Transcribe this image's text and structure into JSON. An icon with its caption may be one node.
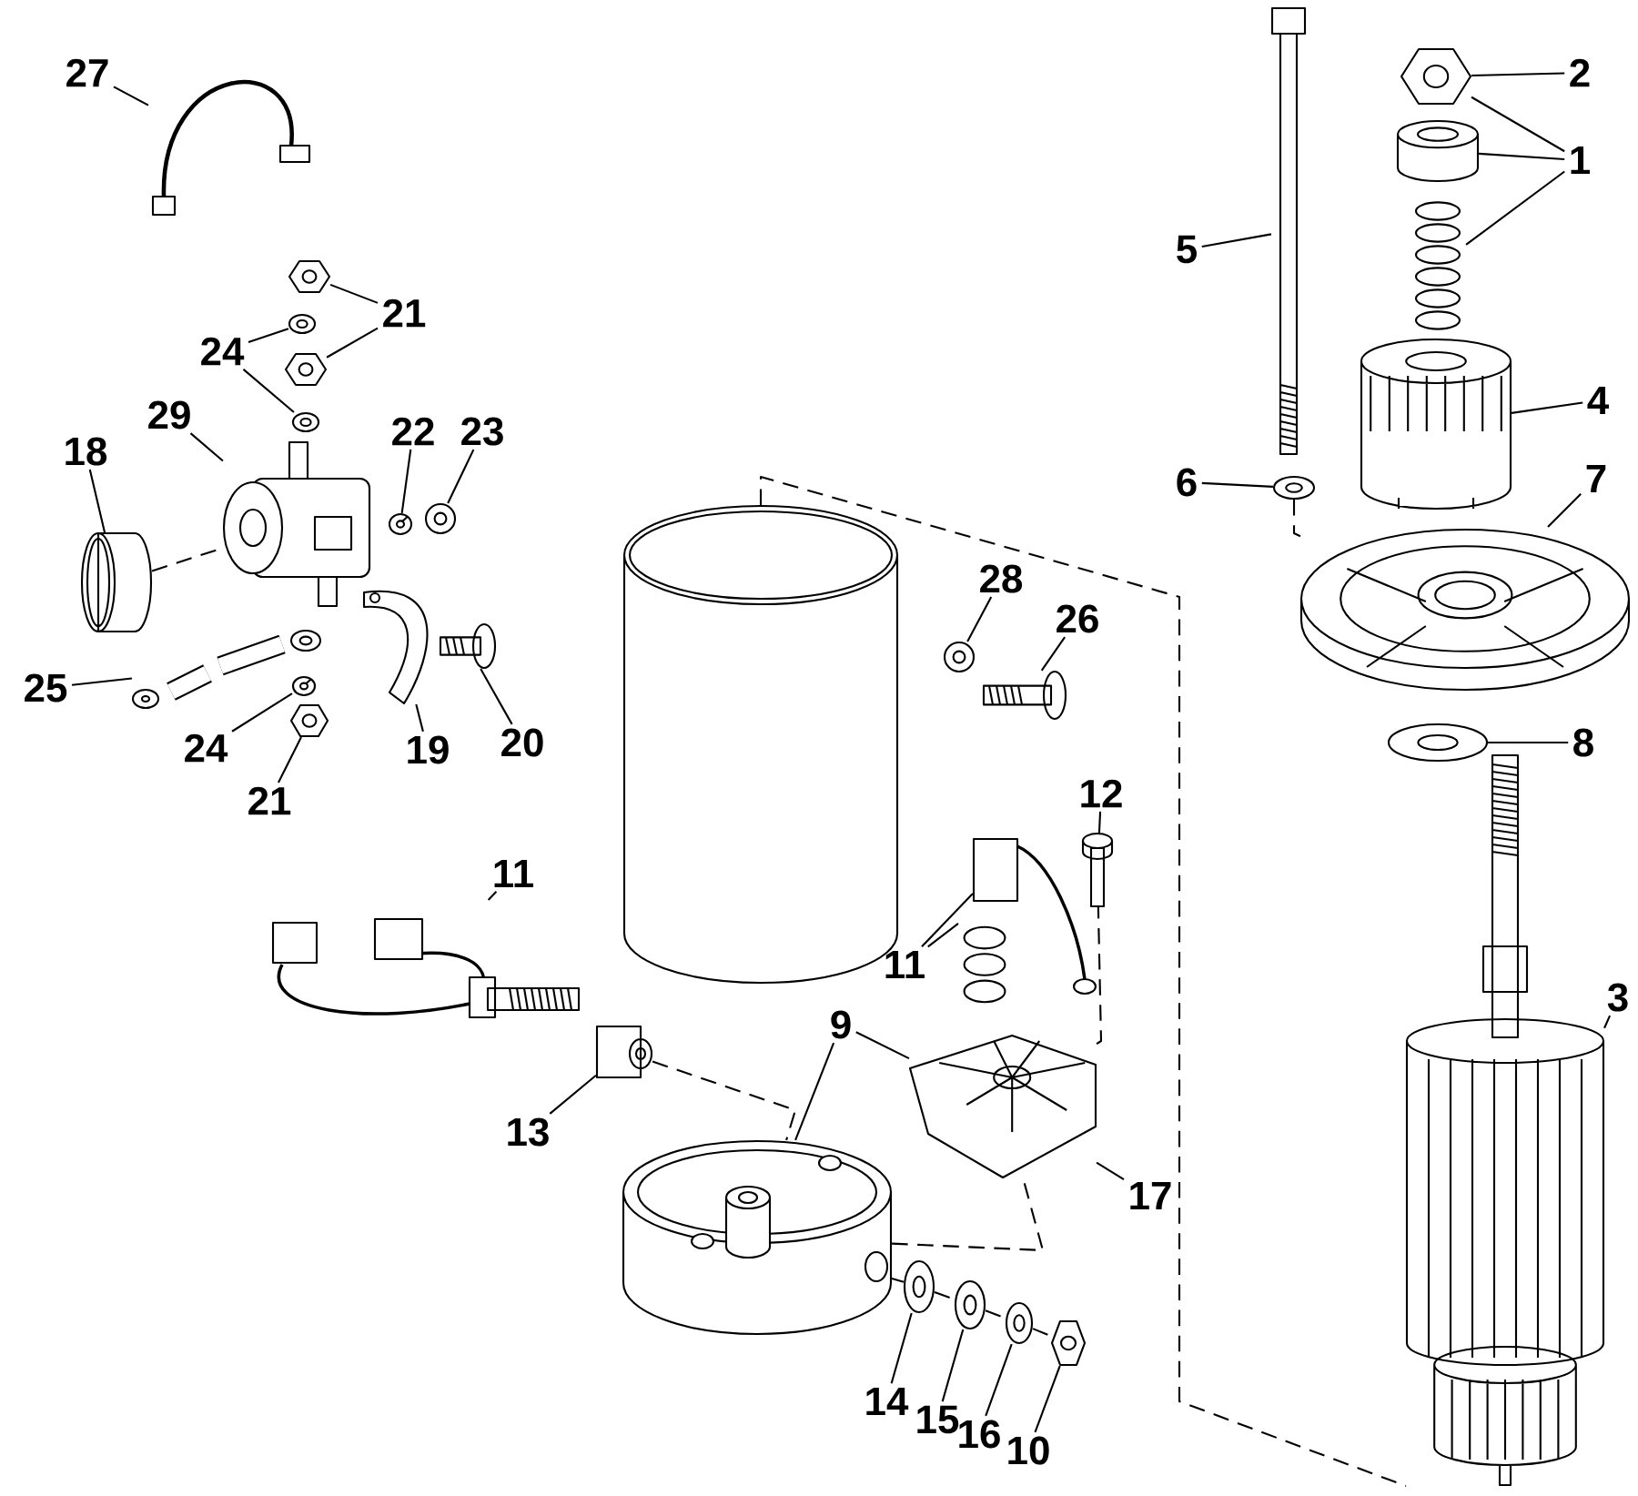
{
  "diagram": {
    "nodes": [
      {
        "text": [
          "27"
        ]
      },
      {
        "text": [],
        "shape": "picture"
      },
      {
        "text": [
          "2"
        ]
      },
      {
        "text": [],
        "shape": "picture"
      },
      {
        "text": [
          "1"
        ]
      },
      {
        "text": [],
        "shape": "picture"
      },
      {
        "text": [],
        "shape": "picture"
      },
      {
        "text": [
          "5"
        ]
      },
      {
        "text": [],
        "shape": "picture"
      },
      {
        "text": [
          "21"
        ]
      },
      {
        "text": [],
        "shape": "picture"
      },
      {
        "text": [
          "24"
        ]
      },
      {
        "text": [],
        "shape": "picture"
      },
      {
        "text": [],
        "shape": "picture"
      },
      {
        "text": [],
        "shape": "picture"
      },
      {
        "text": [
          "4"
        ]
      },
      {
        "text": [],
        "shape": "picture"
      },
      {
        "text": [
          "29"
        ]
      },
      {
        "text": [
          "22"
        ]
      },
      {
        "text": [
          "23"
        ]
      },
      {
        "text": [
          "18"
        ]
      },
      {
        "text": [],
        "shape": "picture"
      },
      {
        "text": [],
        "shape": "picture"
      },
      {
        "text": [],
        "shape": "picture"
      },
      {
        "text": [],
        "shape": "picture"
      },
      {
        "text": [
          "6"
        ]
      },
      {
        "text": [],
        "shape": "picture"
      },
      {
        "text": [
          "7"
        ]
      },
      {
        "text": [],
        "shape": "picture"
      },
      {
        "text": [
          "28"
        ]
      },
      {
        "text": [],
        "shape": "picture"
      },
      {
        "text": [
          "26"
        ]
      },
      {
        "text": [],
        "shape": "picture"
      },
      {
        "text": [
          "25"
        ]
      },
      {
        "text": [],
        "shape": "picture"
      },
      {
        "text": [],
        "shape": "picture"
      },
      {
        "text": [
          "24"
        ]
      },
      {
        "text": [
          "21"
        ]
      },
      {
        "text": [],
        "shape": "picture"
      },
      {
        "text": [],
        "shape": "picture"
      },
      {
        "text": [],
        "shape": "picture"
      },
      {
        "text": [
          "20"
        ]
      },
      {
        "text": [
          "19"
        ]
      },
      {
        "text": [
          "8"
        ]
      },
      {
        "text": [],
        "shape": "picture"
      },
      {
        "text": [
          "12"
        ]
      },
      {
        "text": [],
        "shape": "picture"
      },
      {
        "text": [
          "11"
        ]
      },
      {
        "text": [],
        "shape": "picture"
      },
      {
        "text": [
          "11"
        ]
      },
      {
        "text": [],
        "shape": "picture"
      },
      {
        "text": [],
        "shape": "picture"
      },
      {
        "text": [
          "3"
        ]
      },
      {
        "text": [],
        "shape": "picture"
      },
      {
        "text": [
          "9"
        ]
      },
      {
        "text": [],
        "shape": "picture"
      },
      {
        "text": [],
        "shape": "picture"
      },
      {
        "text": [
          "13"
        ]
      },
      {
        "text": [],
        "shape": "picture"
      },
      {
        "text": [
          "17"
        ]
      },
      {
        "text": [],
        "shape": "picture"
      },
      {
        "text": [],
        "shape": "picture"
      },
      {
        "text": [],
        "shape": "picture"
      },
      {
        "text": [],
        "shape": "picture"
      },
      {
        "text": [
          "14"
        ]
      },
      {
        "text": [
          "15"
        ]
      },
      {
        "text": [
          "16"
        ]
      },
      {
        "text": [
          "10"
        ]
      },
      {
        "text": [],
        "shape": "picture"
      }
    ],
    "edges": [
      {
        "from": 0,
        "to": 1,
        "arrow": "none"
      },
      {
        "from": 2,
        "to": 3,
        "arrow": "none"
      },
      {
        "from": 4,
        "to": 3,
        "arrow": "none"
      },
      {
        "from": 4,
        "to": 5,
        "arrow": "none"
      },
      {
        "from": 4,
        "to": 6,
        "arrow": "none"
      },
      {
        "from": 7,
        "to": 8,
        "arrow": "none"
      },
      {
        "from": 9,
        "to": 10,
        "arrow": "none"
      },
      {
        "from": 9,
        "to": 13,
        "arrow": "none"
      },
      {
        "from": 11,
        "to": 12,
        "arrow": "none"
      },
      {
        "from": 11,
        "to": 14,
        "arrow": "none"
      },
      {
        "from": 15,
        "to": 16,
        "arrow": "none"
      },
      {
        "from": 17,
        "to": 21,
        "arrow": "none"
      },
      {
        "from": 18,
        "to": 22,
        "arrow": "none"
      },
      {
        "from": 19,
        "to": 23,
        "arrow": "none"
      },
      {
        "from": 20,
        "to": 24,
        "arrow": "none"
      },
      {
        "from": 25,
        "to": 26,
        "arrow": "none"
      },
      {
        "from": 27,
        "to": 28,
        "arrow": "none"
      },
      {
        "from": 29,
        "to": 30,
        "arrow": "none"
      },
      {
        "from": 31,
        "to": 32,
        "arrow": "none"
      },
      {
        "from": 33,
        "to": 34,
        "arrow": "none"
      },
      {
        "from": 36,
        "to": 35,
        "arrow": "none"
      },
      {
        "from": 37,
        "to": 38,
        "arrow": "none"
      },
      {
        "from": 41,
        "to": 40,
        "arrow": "none"
      },
      {
        "from": 42,
        "to": 39,
        "arrow": "none"
      },
      {
        "from": 43,
        "to": 44,
        "arrow": "none"
      },
      {
        "from": 45,
        "to": 46,
        "arrow": "none"
      },
      {
        "from": 47,
        "to": 48,
        "arrow": "none"
      },
      {
        "from": 49,
        "to": 50,
        "arrow": "none"
      },
      {
        "from": 49,
        "to": 51,
        "arrow": "none"
      },
      {
        "from": 52,
        "to": 53,
        "arrow": "none"
      },
      {
        "from": 54,
        "to": 55,
        "arrow": "none"
      },
      {
        "from": 54,
        "to": 56,
        "arrow": "none"
      },
      {
        "from": 57,
        "to": 58,
        "arrow": "none"
      },
      {
        "from": 59,
        "to": 55,
        "arrow": "none"
      },
      {
        "from": 64,
        "to": 60,
        "arrow": "none"
      },
      {
        "from": 65,
        "to": 61,
        "arrow": "none"
      },
      {
        "from": 66,
        "to": 62,
        "arrow": "none"
      },
      {
        "from": 67,
        "to": 63,
        "arrow": "none"
      },
      {
        "from": 24,
        "to": 21,
        "arrow": "none",
        "style": "dashed"
      },
      {
        "from": 68,
        "to": 53,
        "arrow": "none",
        "style": "dashed"
      },
      {
        "from": 26,
        "to": 28,
        "arrow": "none",
        "style": "dashed"
      },
      {
        "from": 58,
        "to": 56,
        "arrow": "none",
        "style": "dashed"
      },
      {
        "from": 56,
        "to": 55,
        "arrow": "none",
        "style": "dashed"
      },
      {
        "from": 55,
        "to": 46,
        "arrow": "none",
        "style": "dashed"
      },
      {
        "from": 56,
        "to": 60,
        "arrow": "none",
        "style": "dashed"
      },
      {
        "from": 60,
        "to": 61,
        "arrow": "none",
        "style": "dashed"
      },
      {
        "from": 61,
        "to": 62,
        "arrow": "none",
        "style": "dashed"
      },
      {
        "from": 62,
        "to": 63,
        "arrow": "none",
        "style": "dashed"
      }
    ]
  }
}
